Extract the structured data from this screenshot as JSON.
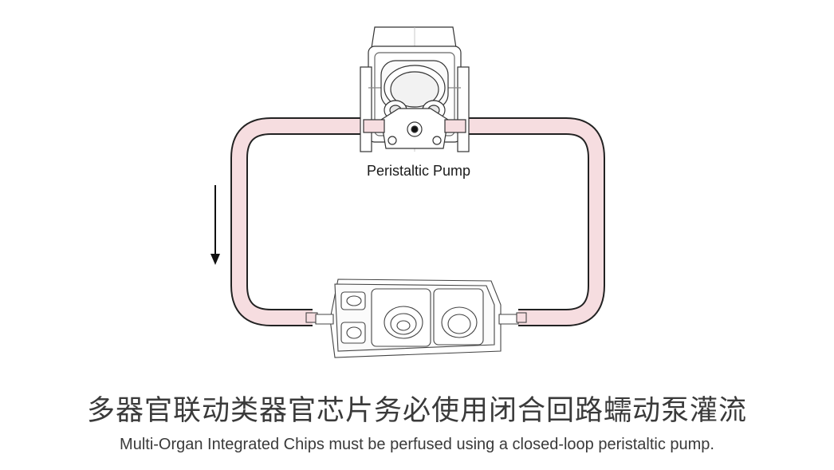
{
  "diagram": {
    "pump_label": "Peristaltic Pump",
    "flow_direction": "down",
    "tube_color": "#f6dde0",
    "line_color": "#222222"
  },
  "caption": {
    "chinese": "多器官联动类器官芯片务必使用闭合回路蠕动泵灌流",
    "english": "Multi-Organ Integrated Chips must be perfused using a closed-loop peristaltic pump."
  }
}
